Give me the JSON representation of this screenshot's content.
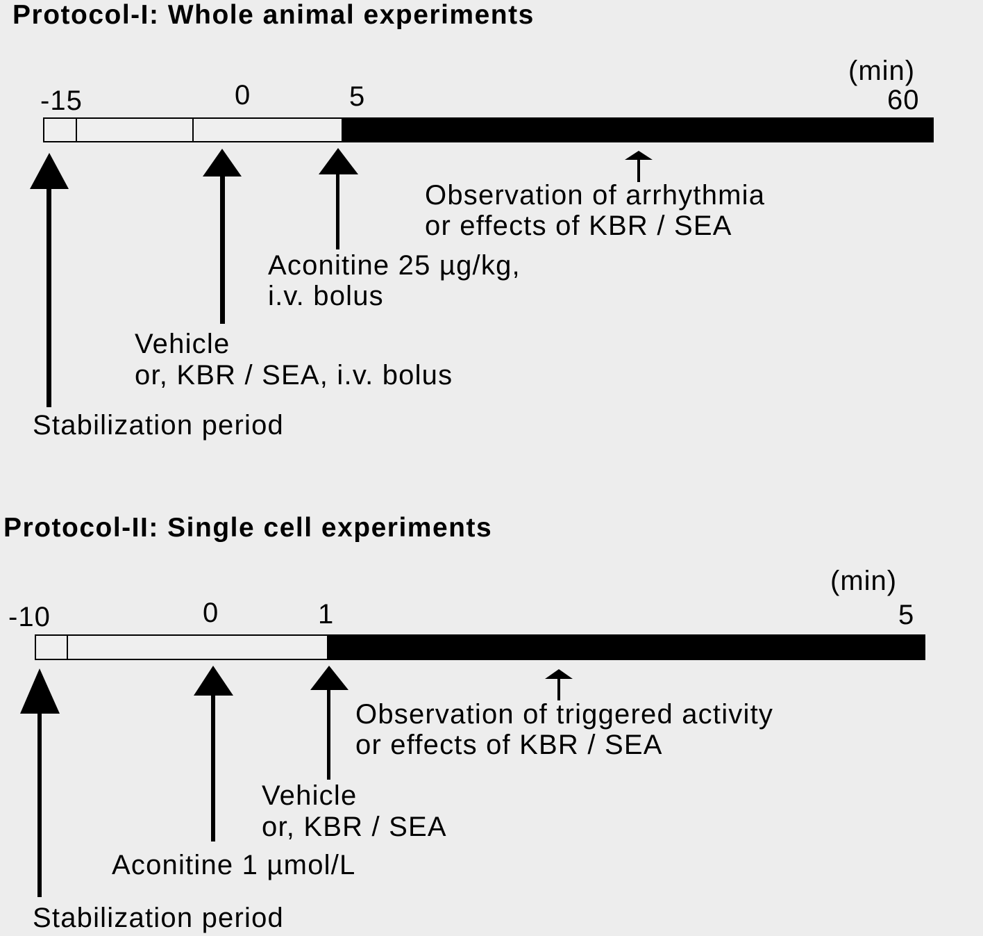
{
  "background": "#ededed",
  "protocol1": {
    "title": "Protocol-I: Whole animal experiments",
    "unit": "(min)",
    "ticks": [
      "-15",
      "0",
      "5",
      "60"
    ],
    "segments": [
      {
        "from": "-15",
        "to": "5",
        "fill": "white",
        "meaning": "pre-treatment"
      },
      {
        "from": "5",
        "to": "60",
        "fill": "black",
        "meaning": "observation"
      }
    ],
    "arrows": [
      {
        "name": "stabilization",
        "label_lines": [
          "Stabilization period"
        ]
      },
      {
        "name": "vehicle",
        "label_lines": [
          "Vehicle",
          "or, KBR / SEA, i.v. bolus"
        ]
      },
      {
        "name": "aconitine",
        "label_lines": [
          "Aconitine 25 µg/kg,",
          "i.v. bolus"
        ]
      },
      {
        "name": "observation",
        "label_lines": [
          "Observation of arrhythmia",
          "or effects of KBR / SEA"
        ]
      }
    ]
  },
  "protocol2": {
    "title": "Protocol-II: Single cell experiments",
    "unit": "(min)",
    "ticks": [
      "-10",
      "0",
      "1",
      "5"
    ],
    "segments": [
      {
        "from": "-10",
        "to": "1",
        "fill": "white",
        "meaning": "pre-treatment"
      },
      {
        "from": "1",
        "to": "5",
        "fill": "black",
        "meaning": "observation"
      }
    ],
    "arrows": [
      {
        "name": "stabilization",
        "label_lines": [
          "Stabilization period"
        ]
      },
      {
        "name": "aconitine",
        "label_lines": [
          "Aconitine 1 µmol/L"
        ]
      },
      {
        "name": "vehicle",
        "label_lines": [
          "Vehicle",
          "or, KBR / SEA"
        ]
      },
      {
        "name": "observation",
        "label_lines": [
          "Observation of triggered activity",
          "or effects of KBR / SEA"
        ]
      }
    ]
  }
}
